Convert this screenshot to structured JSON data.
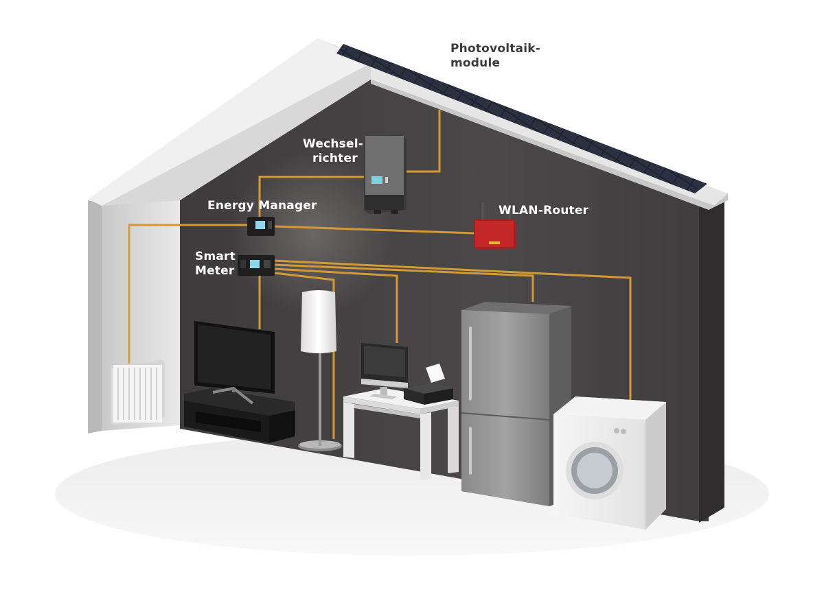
{
  "labels": {
    "photovoltaik_line1": "Photovoltaik-",
    "photovoltaik_line2": "module",
    "wechselrichter_line1": "Wechsel-",
    "wechselrichter_line2": "richter",
    "energy_manager": "Energy Manager",
    "wlan_router": "WLAN-Router",
    "smart_meter_line1": "Smart",
    "smart_meter_line2": "Meter"
  },
  "colors": {
    "wall": "#4a4748",
    "roof": "#e6e6e6",
    "cable": "#d59a36",
    "router": "#c42727",
    "label_light": "#ffffff",
    "label_dark": "#3c3c3c"
  }
}
